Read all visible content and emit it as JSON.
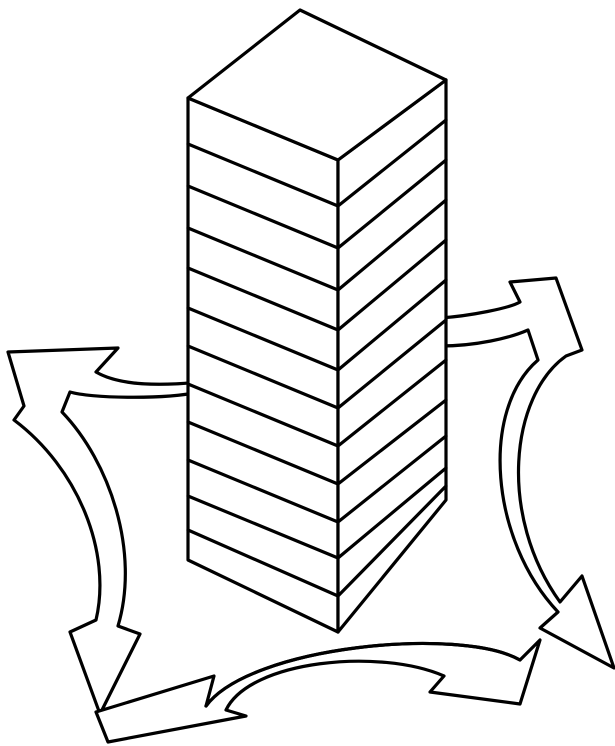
{
  "figure": {
    "subject": "stack-of-layers-with-rotation-arrows",
    "layer_count": 12,
    "arrow_count": 4,
    "colors": {
      "stroke": "#000000",
      "fill": "#ffffff",
      "background": "#ffffff"
    }
  }
}
